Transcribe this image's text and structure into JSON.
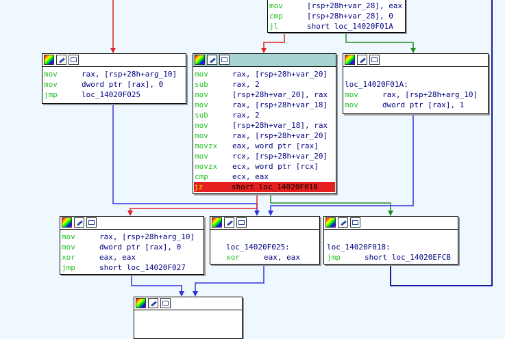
{
  "colors": {
    "background": "#f0f8ff",
    "true_edge": "#228b22",
    "false_edge": "#dd2222",
    "flow_edge": "#3333dd",
    "highlight": "#e51f1f"
  },
  "blocks": {
    "top": {
      "lines": [
        {
          "mn": "mov",
          "op": "[rsp+28h+var_28], eax"
        },
        {
          "mn": "cmp",
          "op": "[rsp+28h+var_28], 0"
        },
        {
          "mn": "jl",
          "op": "short loc_14020F01A"
        }
      ]
    },
    "left": {
      "lines": [
        {
          "mn": "mov",
          "op": "rax, [rsp+28h+arg_10]"
        },
        {
          "mn": "mov",
          "op": "dword ptr [rax], 0"
        },
        {
          "mn": "jmp",
          "op": "loc_14020F025"
        }
      ]
    },
    "center": {
      "lines": [
        {
          "mn": "mov",
          "op": "rax, [rsp+28h+var_20]"
        },
        {
          "mn": "sub",
          "op": "rax, 2"
        },
        {
          "mn": "mov",
          "op": "[rsp+28h+var_20], rax"
        },
        {
          "mn": "mov",
          "op": "rax, [rsp+28h+var_18]"
        },
        {
          "mn": "sub",
          "op": "rax, 2"
        },
        {
          "mn": "mov",
          "op": "[rsp+28h+var_18], rax"
        },
        {
          "mn": "mov",
          "op": "rax, [rsp+28h+var_20]"
        },
        {
          "mn": "movzx",
          "op": "eax, word ptr [rax]"
        },
        {
          "mn": "mov",
          "op": "rcx, [rsp+28h+var_20]"
        },
        {
          "mn": "movzx",
          "op": "ecx, word ptr [rcx]"
        },
        {
          "mn": "cmp",
          "op": "ecx, eax"
        },
        {
          "mn": "jz",
          "op": "short loc_14020F018"
        }
      ]
    },
    "right": {
      "label": "loc_14020F01A:",
      "lines": [
        {
          "mn": "mov",
          "op": "rax, [rsp+28h+arg_10]"
        },
        {
          "mn": "mov",
          "op": "dword ptr [rax], 1"
        }
      ]
    },
    "bottom_left": {
      "lines": [
        {
          "mn": "mov",
          "op": "rax, [rsp+28h+arg_10]"
        },
        {
          "mn": "mov",
          "op": "dword ptr [rax], 0"
        },
        {
          "mn": "xor",
          "op": "eax, eax"
        },
        {
          "mn": "jmp",
          "op": "short loc_14020F027"
        }
      ]
    },
    "bottom_mid": {
      "label": "loc_14020F025:",
      "lines": [
        {
          "mn": "xor",
          "op": "eax, eax"
        }
      ]
    },
    "bottom_right": {
      "label": "loc_14020F018:",
      "lines": [
        {
          "mn": "jmp",
          "op": "short loc_14020EFCB"
        }
      ]
    }
  }
}
